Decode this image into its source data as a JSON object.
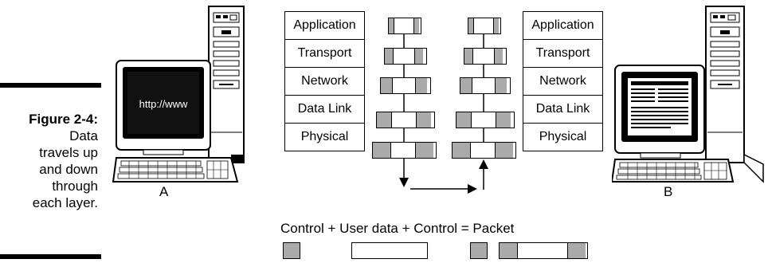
{
  "figure": {
    "label": "Figure 2-4:",
    "caption_lines": [
      "Data",
      "travels up",
      "and down",
      "through",
      "each layer."
    ]
  },
  "stack_left": [
    "Application",
    "Transport",
    "Network",
    "Data Link",
    "Physical"
  ],
  "stack_right": [
    "Application",
    "Transport",
    "Network",
    "Data Link",
    "Physical"
  ],
  "computer_a": {
    "label": "A",
    "screen_text": "http://www"
  },
  "computer_b": {
    "label": "B"
  },
  "formula": "Control + User data + Control = Packet",
  "colors": {
    "control": "#aaaaaa",
    "data": "#ffffff",
    "line": "#000000"
  }
}
